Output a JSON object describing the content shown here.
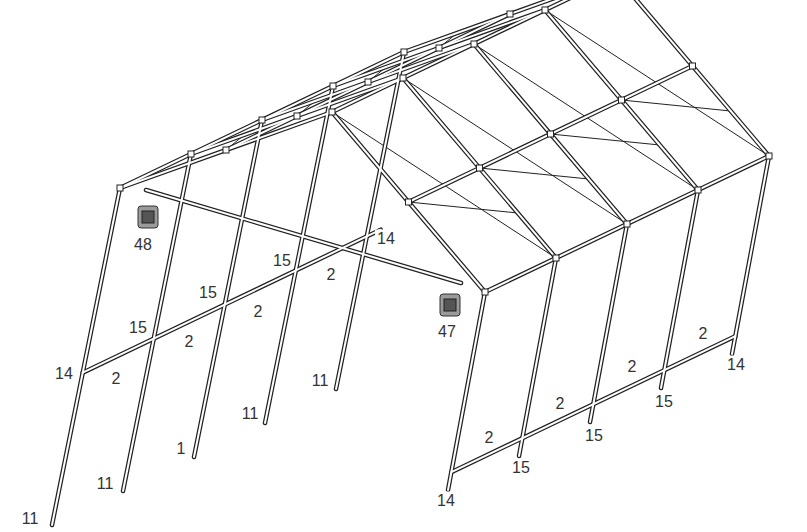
{
  "diagram": {
    "labels": [
      "48",
      "14",
      "15",
      "2",
      "15",
      "2",
      "15",
      "2",
      "14",
      "2",
      "47",
      "11",
      "11",
      "1",
      "11",
      "11",
      "2",
      "14",
      "2",
      "15",
      "2",
      "15",
      "2",
      "15",
      "14"
    ]
  }
}
